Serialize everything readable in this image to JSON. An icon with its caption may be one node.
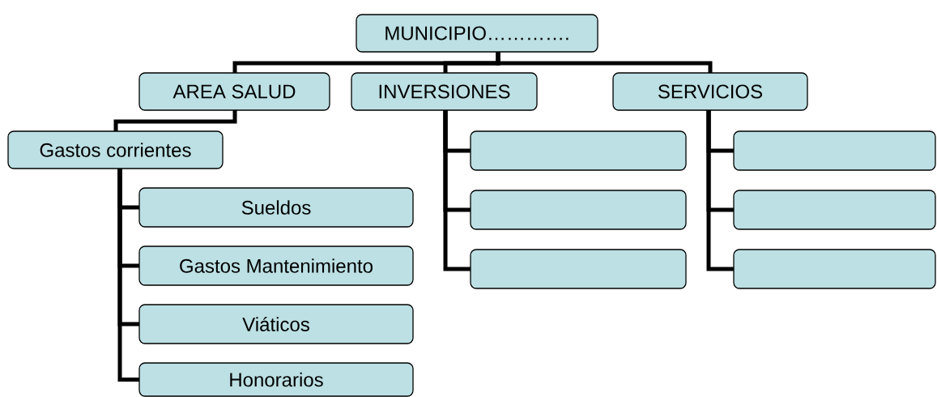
{
  "diagram": {
    "nodes": [
      {
        "text": [
          "MUNICIPIO…………."
        ]
      },
      {
        "text": [
          "AREA SALUD"
        ]
      },
      {
        "text": [
          "INVERSIONES"
        ]
      },
      {
        "text": [
          "SERVICIOS"
        ]
      },
      {
        "text": [
          "Gastos  corrientes"
        ]
      },
      {
        "text": [
          "Sueldos"
        ]
      },
      {
        "text": [
          "Gastos Mantenimiento"
        ]
      },
      {
        "text": [
          "Viáticos"
        ]
      },
      {
        "text": [
          "Honorarios"
        ]
      },
      {
        "text": [],
        "shape": "box"
      },
      {
        "text": [],
        "shape": "box"
      },
      {
        "text": [],
        "shape": "box"
      },
      {
        "text": [],
        "shape": "box"
      },
      {
        "text": [],
        "shape": "box"
      },
      {
        "text": [],
        "shape": "box"
      }
    ],
    "edges": [
      {
        "from": 0,
        "to": 1,
        "arrow": "none"
      },
      {
        "from": 0,
        "to": 2,
        "arrow": "none"
      },
      {
        "from": 0,
        "to": 3,
        "arrow": "none"
      },
      {
        "from": 1,
        "to": 4,
        "arrow": "none"
      },
      {
        "from": 4,
        "to": 5,
        "arrow": "none"
      },
      {
        "from": 4,
        "to": 6,
        "arrow": "none"
      },
      {
        "from": 4,
        "to": 7,
        "arrow": "none"
      },
      {
        "from": 4,
        "to": 8,
        "arrow": "none"
      },
      {
        "from": 2,
        "to": 9,
        "arrow": "none"
      },
      {
        "from": 2,
        "to": 10,
        "arrow": "none"
      },
      {
        "from": 2,
        "to": 11,
        "arrow": "none"
      },
      {
        "from": 3,
        "to": 12,
        "arrow": "none"
      },
      {
        "from": 3,
        "to": 13,
        "arrow": "none"
      },
      {
        "from": 3,
        "to": 14,
        "arrow": "none"
      }
    ]
  }
}
